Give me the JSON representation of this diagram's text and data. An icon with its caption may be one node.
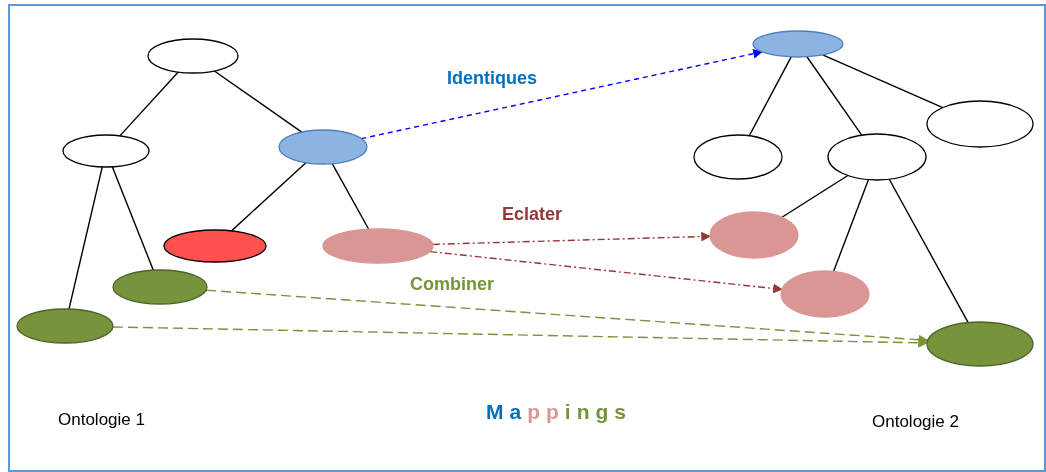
{
  "diagram": {
    "nodes": [
      {
        "text": [],
        "shape": "ellipse"
      },
      {
        "text": [],
        "shape": "ellipse"
      },
      {
        "text": [],
        "shape": "ellipse"
      },
      {
        "text": [],
        "shape": "ellipse"
      },
      {
        "text": [],
        "shape": "ellipse"
      },
      {
        "text": [],
        "shape": "ellipse"
      },
      {
        "text": [],
        "shape": "ellipse"
      },
      {
        "text": [],
        "shape": "ellipse"
      },
      {
        "text": [],
        "shape": "ellipse"
      },
      {
        "text": [],
        "shape": "ellipse"
      },
      {
        "text": [],
        "shape": "ellipse"
      },
      {
        "text": [],
        "shape": "ellipse"
      },
      {
        "text": [],
        "shape": "ellipse"
      },
      {
        "text": [],
        "shape": "ellipse"
      }
    ],
    "edges": [
      {
        "from": 0,
        "to": 1,
        "arrow": "none"
      },
      {
        "from": 0,
        "to": 2,
        "arrow": "none"
      },
      {
        "from": 1,
        "to": 6,
        "arrow": "none"
      },
      {
        "from": 1,
        "to": 5,
        "arrow": "none"
      },
      {
        "from": 2,
        "to": 3,
        "arrow": "none"
      },
      {
        "from": 2,
        "to": 4,
        "arrow": "none"
      },
      {
        "from": 7,
        "to": 8,
        "arrow": "none"
      },
      {
        "from": 7,
        "to": 9,
        "arrow": "none"
      },
      {
        "from": 7,
        "to": 10,
        "arrow": "none"
      },
      {
        "from": 9,
        "to": 11,
        "arrow": "none"
      },
      {
        "from": 9,
        "to": 12,
        "arrow": "none"
      },
      {
        "from": 9,
        "to": 13,
        "arrow": "none"
      },
      {
        "from": 2,
        "to": 7,
        "arrow": "to",
        "label": "Identiques",
        "style": "dashed",
        "color": "#0000ff"
      },
      {
        "from": 4,
        "to": 11,
        "arrow": "to",
        "label": "Eclater",
        "style": "dashed",
        "color": "#953735"
      },
      {
        "from": 4,
        "to": 12,
        "arrow": "to",
        "style": "dashed",
        "color": "#953735"
      },
      {
        "from": 5,
        "to": 13,
        "arrow": "to",
        "label": "Combiner",
        "style": "dashed",
        "color": "#77933c"
      },
      {
        "from": 6,
        "to": 13,
        "arrow": "to",
        "style": "dashed",
        "color": "#77933c"
      }
    ],
    "labels": [
      "Ontologie 1",
      "Mappings",
      "Ontologie 2"
    ]
  }
}
